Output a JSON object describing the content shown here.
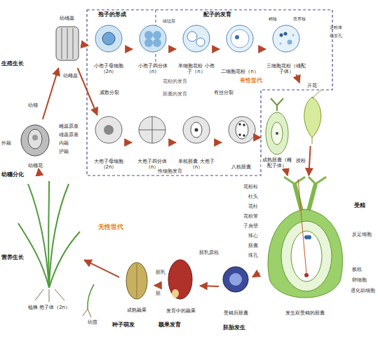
{
  "diagram": {
    "nodes": [
      {
        "text": [
          "小孢子母细胞（2n）"
        ]
      },
      {
        "text": [
          "小孢子四分体（n）"
        ]
      },
      {
        "text": [
          "单细胞花粉 小孢子（n）"
        ]
      },
      {
        "text": [
          "二细胞花粉（n）"
        ]
      },
      {
        "text": [
          "三细胞花粉（雄配子体）"
        ]
      },
      {
        "text": [
          "大孢子母细胞（2n）"
        ]
      },
      {
        "text": [
          "大孢子四分体（n）"
        ]
      },
      {
        "text": [
          "单核胚囊 大孢子（n）"
        ]
      },
      {
        "text": [
          "八核胚囊"
        ]
      },
      {
        "text": [
          "成熟胚囊（雌配子体）"
        ]
      },
      {
        "text": [
          "幼穗花"
        ]
      },
      {
        "text": [
          "幼雄蕊"
        ]
      },
      {
        "text": [
          "开花"
        ]
      },
      {
        "text": [
          "发生双受精的胚囊"
        ]
      },
      {
        "text": [
          "受精后胚囊"
        ]
      },
      {
        "text": [
          "发育中的颖果"
        ]
      },
      {
        "text": [
          "成熟颖果"
        ]
      },
      {
        "text": [
          "植株 孢子体（2n）"
        ]
      }
    ],
    "edges": [
      {
        "from": 0,
        "to": 1,
        "arrow": "to"
      },
      {
        "from": 1,
        "to": 2,
        "arrow": "to"
      },
      {
        "from": 2,
        "to": 3,
        "arrow": "to"
      },
      {
        "from": 3,
        "to": 4,
        "arrow": "to"
      },
      {
        "from": 5,
        "to": 6,
        "arrow": "to"
      },
      {
        "from": 6,
        "to": 7,
        "arrow": "to"
      },
      {
        "from": 7,
        "to": 8,
        "arrow": "to"
      },
      {
        "from": 8,
        "to": 9,
        "arrow": "to"
      },
      {
        "from": 10,
        "to": 11,
        "arrow": "to"
      },
      {
        "from": 11,
        "to": 0,
        "arrow": "to"
      },
      {
        "from": 11,
        "to": 5,
        "arrow": "to"
      },
      {
        "from": 4,
        "to": 12,
        "arrow": "to"
      },
      {
        "from": 12,
        "to": 13,
        "label": "授粉",
        "arrow": "to"
      },
      {
        "from": 9,
        "to": 13,
        "arrow": "to"
      },
      {
        "from": 13,
        "to": 14,
        "arrow": "to"
      },
      {
        "from": 14,
        "to": 15,
        "arrow": "to"
      },
      {
        "from": 15,
        "to": 16,
        "arrow": "to"
      },
      {
        "from": 16,
        "to": 17,
        "arrow": "to"
      },
      {
        "from": 17,
        "to": 10,
        "arrow": "to"
      }
    ],
    "labels": [
      "孢子的形成",
      "配子的发育",
      "绒毡层",
      "精核",
      "营养核",
      "淀粉体",
      "萌发孔",
      "花粉的发育",
      "有性世代",
      "胚囊的发育",
      "减数分裂",
      "有丝分裂",
      "性细胞发育",
      "生殖生长",
      "幼穗",
      "幼雌蕊",
      "雌蕊原基",
      "雄蕊原基",
      "外颖",
      "内颖",
      "护颖",
      "幼穗分化",
      "受精",
      "花粉粒",
      "柱头",
      "花柱",
      "花粉管",
      "子房壁",
      "珠心",
      "胚囊",
      "珠孔",
      "反足细胞",
      "极核",
      "卵细胞",
      "退化助细胞",
      "无性世代",
      "营养生长",
      "幼苗",
      "种子萌发",
      "颖果发育",
      "胚乳原核",
      "胚乳",
      "胚",
      "胚胎发生"
    ]
  }
}
